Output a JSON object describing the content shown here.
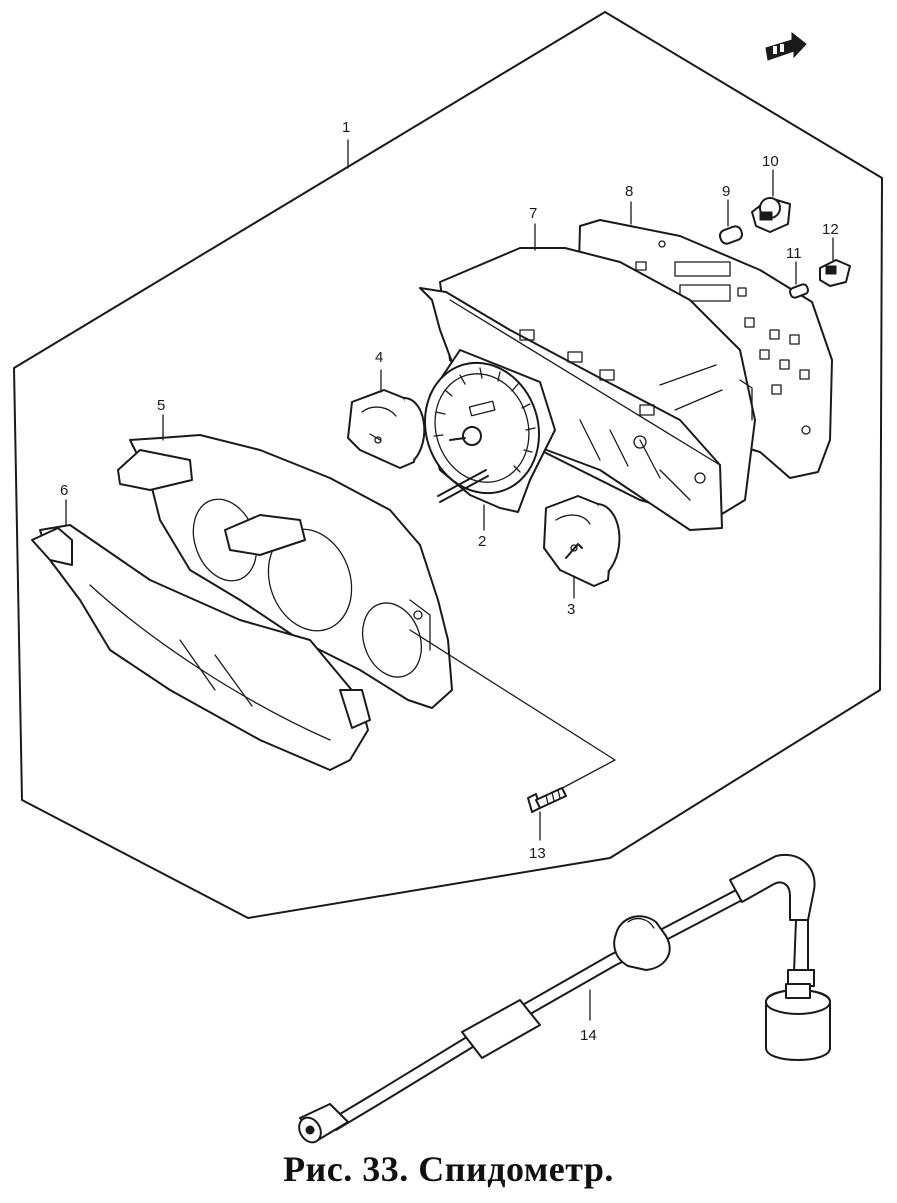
{
  "caption": "Рис. 33. Спидометр.",
  "callouts": {
    "c1": "1",
    "c2": "2",
    "c3": "3",
    "c4": "4",
    "c5": "5",
    "c6": "6",
    "c7": "7",
    "c8": "8",
    "c9": "9",
    "c10": "10",
    "c11": "11",
    "c12": "12",
    "c13": "13",
    "c14": "14"
  },
  "icons": {
    "front_arrow": "front-direction-arrow-icon"
  }
}
